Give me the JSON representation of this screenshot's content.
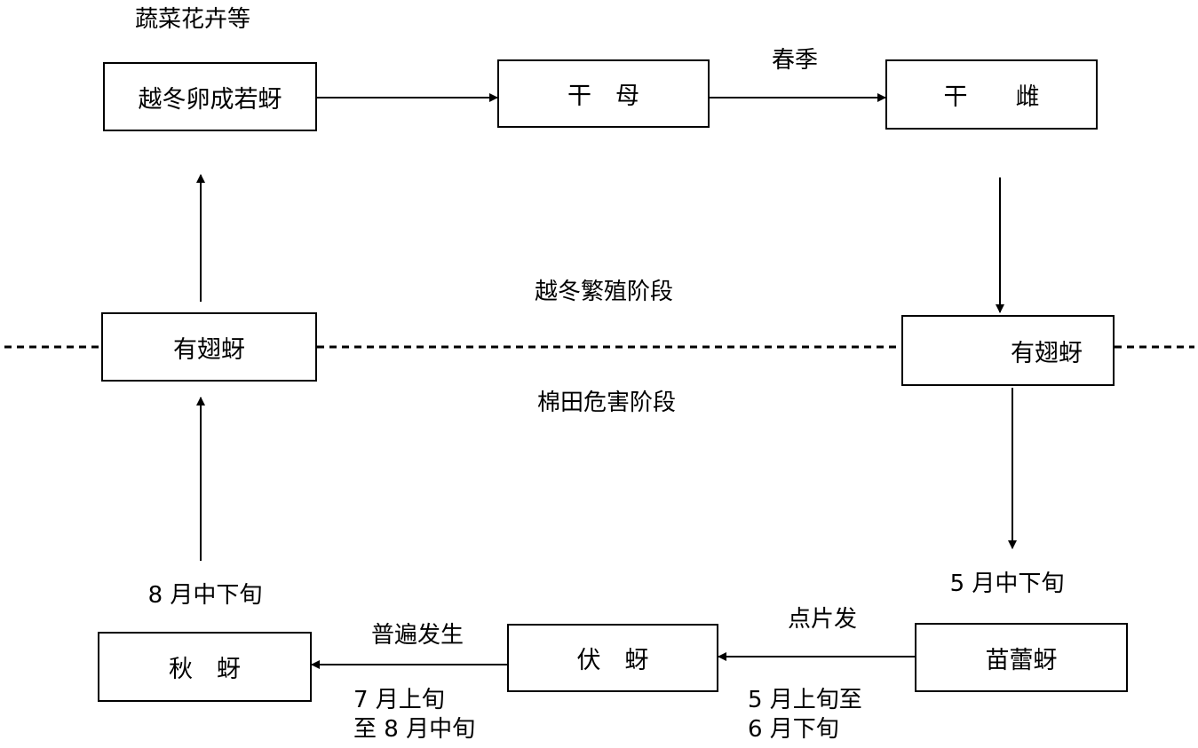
{
  "top_note": "蔬菜花卉等",
  "section_labels": {
    "upper": "越冬繁殖阶段",
    "lower": "棉田危害阶段"
  },
  "nodes": {
    "overwintering_egg": "越冬卵成若蚜",
    "fundatrix": "干　母",
    "fundatrigeniae": "干　　雌",
    "winged_aphid_right": "有翅蚜",
    "seedling_aphid": "苗蕾蚜",
    "summer_aphid": "伏　蚜",
    "autumn_aphid": "秋　蚜",
    "winged_aphid_left": "有翅蚜"
  },
  "edge_labels": {
    "spring": "春季",
    "may_mid_late": "5 月中下旬",
    "scattered": "点片发",
    "may_early_to_june_late": [
      "5 月上旬至",
      "6 月下旬"
    ],
    "widespread": "普遍发生",
    "july_early_to_aug_mid": [
      "7 月上旬",
      "至 8 月中旬"
    ],
    "aug_mid_late": "8 月中下旬"
  },
  "colors": {
    "ink": "#000000",
    "background": "#ffffff"
  }
}
